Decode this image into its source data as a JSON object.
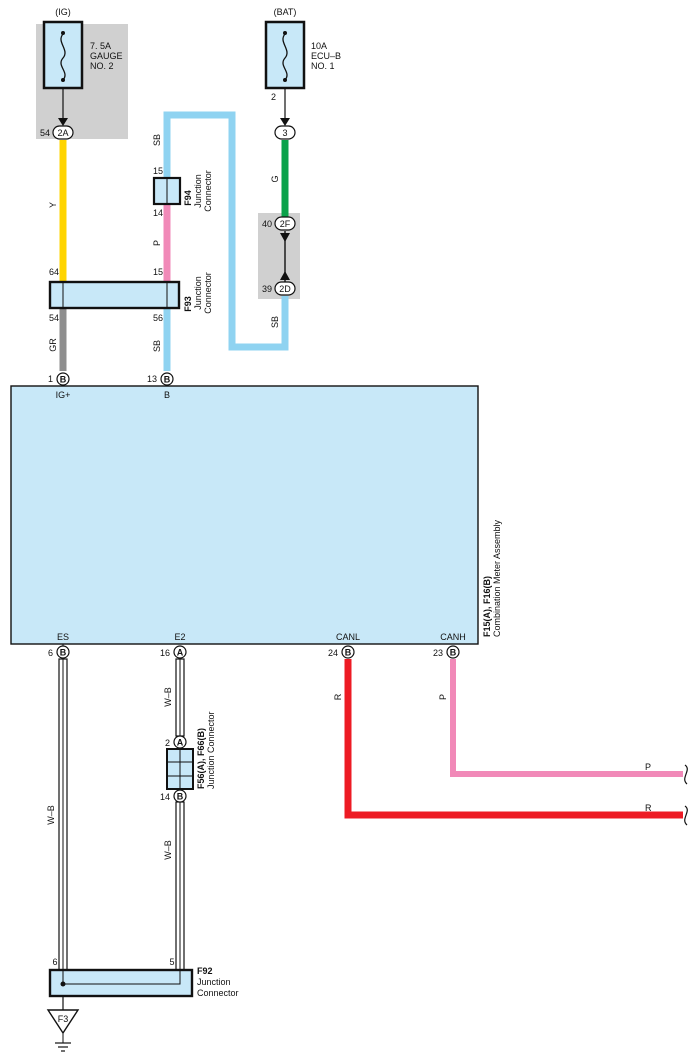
{
  "colors": {
    "yellow": "#ffd400",
    "gray": "#8e8e8e",
    "sky_blue": "#8fd3f1",
    "pink": "#f189b8",
    "green": "#0aa24a",
    "red": "#ed1b24",
    "box_fill": "#c8e8f8",
    "shade": "#d0d0d0"
  },
  "power": {
    "ig": "(IG)",
    "bat": "(BAT)"
  },
  "fuses": {
    "gauge": {
      "rating": "7. 5A",
      "name1": "GAUGE",
      "name2": "NO. 2"
    },
    "ecu": {
      "rating": "10A",
      "name1": "ECU–B",
      "name2": "NO. 1",
      "pin": "2"
    }
  },
  "connectors": {
    "c2a": {
      "pin": "54",
      "label": "2A"
    },
    "c3": {
      "label": "3"
    },
    "c2f": {
      "pin": "40",
      "label": "2F"
    },
    "c2d": {
      "pin": "39",
      "label": "2D"
    },
    "ig_b": {
      "pin": "1",
      "label": "B",
      "name": "IG+"
    },
    "b_b": {
      "pin": "13",
      "label": "B",
      "name": "B"
    },
    "es_b": {
      "pin": "6",
      "label": "B",
      "name": "ES"
    },
    "e2_a": {
      "pin": "16",
      "label": "A",
      "name": "E2"
    },
    "canl_b": {
      "pin": "24",
      "label": "B",
      "name": "CANL"
    },
    "canh_b": {
      "pin": "23",
      "label": "B",
      "name": "CANH"
    },
    "f56_top": {
      "pin": "2",
      "label": "A"
    },
    "f56_bot": {
      "pin": "14",
      "label": "B"
    }
  },
  "junctions": {
    "f94": {
      "code": "F94",
      "name1": "Junction",
      "name2": "Connector",
      "pin_top": "15",
      "pin_bot": "14"
    },
    "f93": {
      "code": "F93",
      "name1": "Junction",
      "name2": "Connector",
      "pin_tl": "64",
      "pin_tr": "15",
      "pin_bl": "54",
      "pin_br": "56"
    },
    "f56": {
      "code": "F56(A), F66(B)",
      "name": "Junction Connector"
    },
    "f92": {
      "code": "F92",
      "name1": "Junction",
      "name2": "Connector",
      "pin_l": "6",
      "pin_r": "5"
    }
  },
  "assembly": {
    "code": "F15(A), F16(B)",
    "name": "Combination Meter Assembly"
  },
  "wires": {
    "y": "Y",
    "gr": "GR",
    "sb": "SB",
    "p": "P",
    "g": "G",
    "wb": "W–B",
    "r": "R"
  },
  "ground": {
    "label": "F3"
  }
}
